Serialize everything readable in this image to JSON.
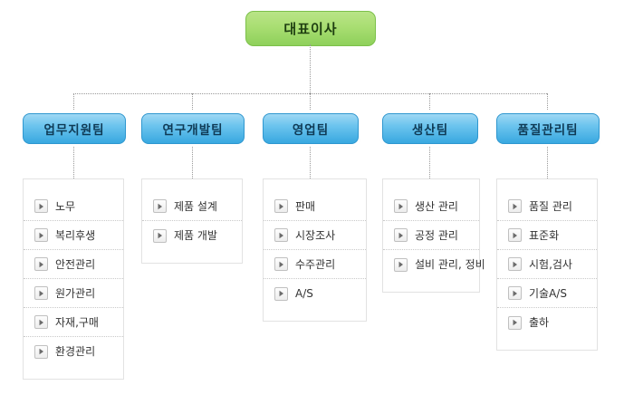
{
  "diagram": {
    "title_node": {
      "label": "대표이사",
      "color": "#8ed05a"
    },
    "node_color": "#38a8e0",
    "connector_color": "#9a9a9a",
    "item_icon": "play-arrow-icon",
    "columns": [
      {
        "team_label": "업무지원팀",
        "items": [
          "노무",
          "복리후생",
          "안전관리",
          "원가관리",
          "자재,구매",
          "환경관리"
        ]
      },
      {
        "team_label": "연구개발팀",
        "items": [
          "제품 설계",
          "제품 개발"
        ]
      },
      {
        "team_label": "영업팀",
        "items": [
          "판매",
          "시장조사",
          "수주관리",
          "A/S"
        ]
      },
      {
        "team_label": "생산팀",
        "items": [
          "생산 관리",
          "공정 관리",
          "설비 관리, 정비"
        ]
      },
      {
        "team_label": "품질관리팀",
        "items": [
          "품질 관리",
          "표준화",
          "시험,검사",
          "기술A/S",
          "출하"
        ]
      }
    ]
  }
}
